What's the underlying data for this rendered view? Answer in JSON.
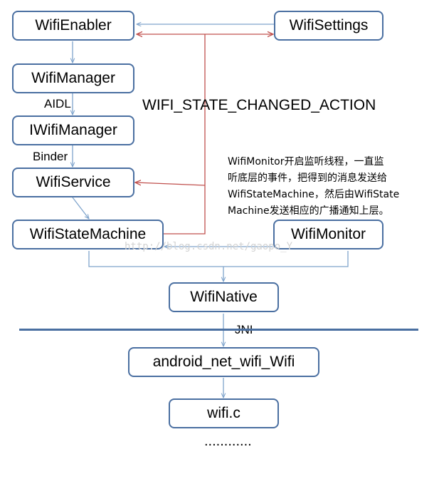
{
  "nodes": {
    "wifi_enabler": "WifiEnabler",
    "wifi_settings": "WifiSettings",
    "wifi_manager": "WifiManager",
    "iwifi_manager": "IWifiManager",
    "wifi_service": "WifiService",
    "wifi_state_machine": "WifiStateMachine",
    "wifi_monitor": "WifiMonitor",
    "wifi_native": "WifiNative",
    "android_net_wifi": "android_net_wifi_Wifi",
    "wifi_c": "wifi.c",
    "ellipsis": "............"
  },
  "labels": {
    "aidl": "AIDL",
    "binder": "Binder",
    "jni": "JNI",
    "broadcast_action": "WIFI_STATE_CHANGED_ACTION"
  },
  "note": {
    "line1": "WifiMonitor开启监听线程，一直监",
    "line2": "听底层的事件，把得到的消息发送给",
    "line3": "WifiStateMachine，然后由WifiState",
    "line4": "Machine发送相应的广播通知上层。"
  },
  "watermark": "http://blog.csdn.net/gaopo_Y",
  "colors": {
    "box_border": "#4a6fa1",
    "call_arrow": "#7fa4cc",
    "broadcast_arrow": "#c0504d",
    "divider": "#4a6fa1"
  }
}
